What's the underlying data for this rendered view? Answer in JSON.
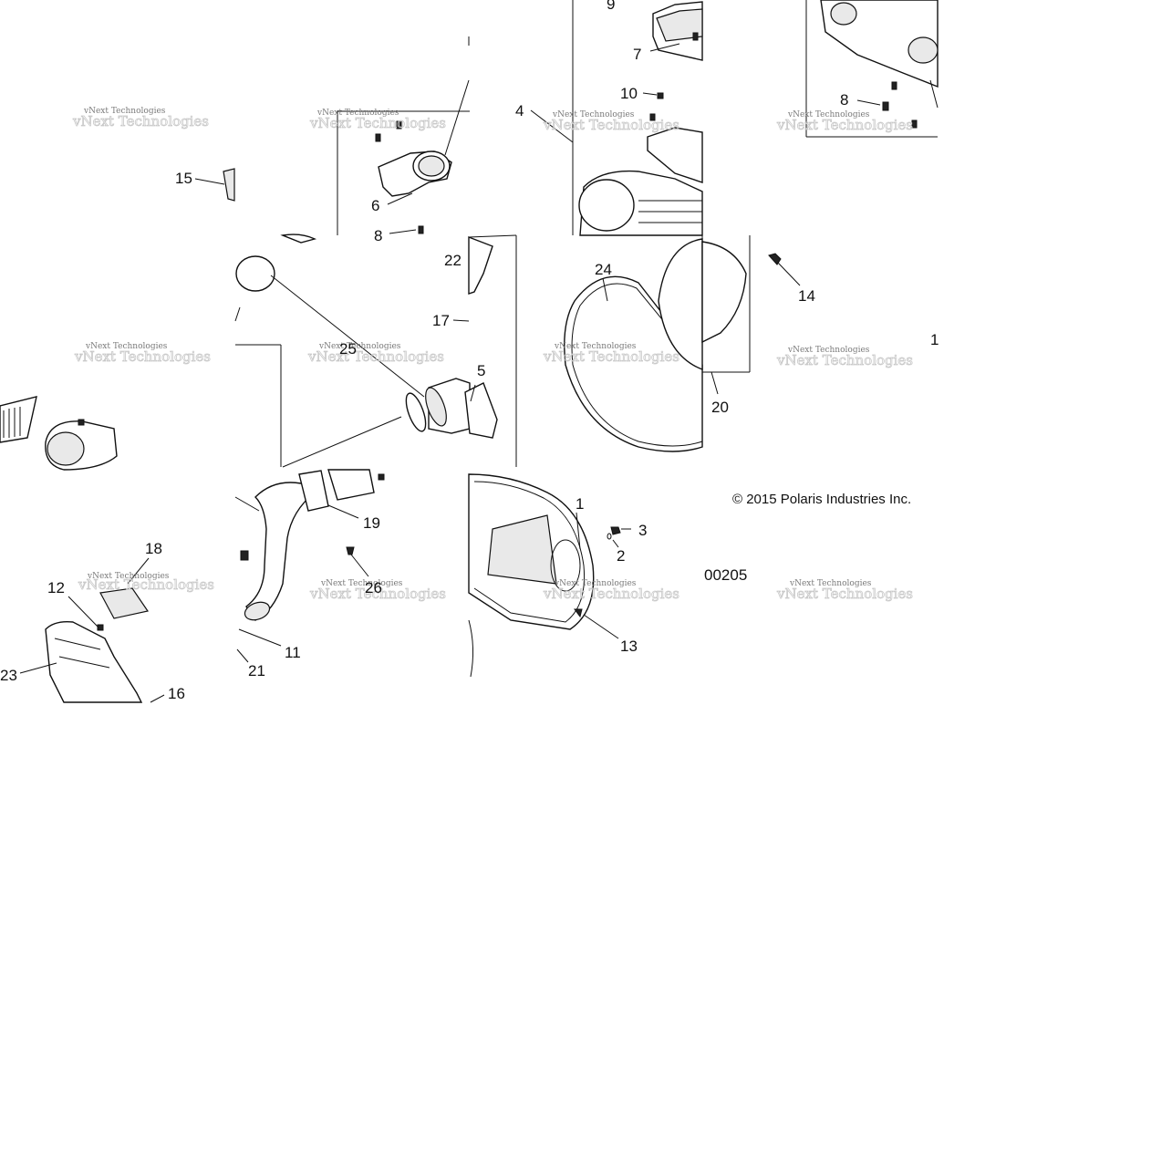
{
  "callouts": {
    "c1": "1",
    "c1b": "1",
    "c2": "2",
    "c3": "3",
    "c4": "4",
    "c5": "5",
    "c6": "6",
    "c7": "7",
    "c8": "8",
    "c8b": "8",
    "c9": "9",
    "c10": "10",
    "c11": "11",
    "c12": "12",
    "c13": "13",
    "c14": "14",
    "c15": "15",
    "c16": "16",
    "c17": "17",
    "c18": "18",
    "c19": "19",
    "c20": "20",
    "c21": "21",
    "c22": "22",
    "c23": "23",
    "c24": "24",
    "c25": "25",
    "c26": "26"
  },
  "copyright": "© 2015 Polaris Industries Inc.",
  "diagram_code": "00205",
  "watermark": {
    "line1": "vNext Technologies",
    "line2": "vNext Technologies"
  }
}
